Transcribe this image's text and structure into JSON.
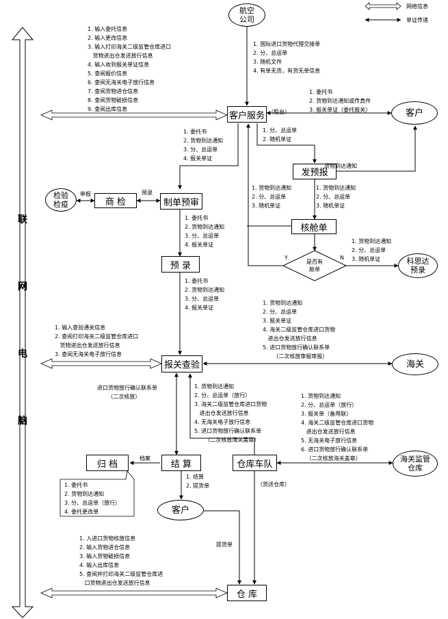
{
  "legend": {
    "network": "网络信息",
    "document": "单证传递"
  },
  "side_title": [
    "联",
    "网",
    "电",
    "脑"
  ],
  "nodes": {
    "airline": "航空\n公司",
    "customer_service": "客户服务",
    "customer_top": "客户",
    "pre_report": "发预报",
    "inspection": "检验\n检疫",
    "commodity_inspection": "商 检",
    "prepare_docs": "制单预审",
    "check_cabin": "核舱单",
    "decision": "是否有\n舱单",
    "kes": "科思达\n预录",
    "pre_record": "预 录",
    "declare": "报关查验",
    "customs": "海关",
    "archive": "归 档",
    "settle": "结 算",
    "fleet": "仓库车队",
    "supervised_wh": "海关监管\n仓库",
    "customer_bottom": "客户",
    "warehouse": "仓 库"
  },
  "notes": {
    "top_left": [
      "1. 输入委托信息",
      "2. 输入更改信息",
      "3. 输入打印海关二级监管仓库进口",
      "   货物进出仓发送放行信息",
      "4. 输入收到报关单证信息",
      "5. 查阅报价信息",
      "6. 查阅无海关电子放行信息",
      "7. 查阅货物进仓信息",
      "8. 查阅货物破损信息",
      "9. 查阅出库信息"
    ],
    "airline_docs": [
      "1. 国际进口货物代理交接单",
      "2. 分、总运单",
      "3. 随机文件",
      "4. 有单无货，有货无单信息"
    ],
    "customer_docs": [
      "1. 委托书",
      "2. 货物到达通知或传真件",
      "3. 报关单证（委托报关）"
    ],
    "cs_to_prepare": [
      "1. 委托书",
      "2. 货物到达通知",
      "3. 分、总运单",
      "4. 报关单证"
    ],
    "cs_to_prereport": [
      "1. 分、总运单",
      "2. 随机单证"
    ],
    "arrival_notice": "货物到达通知",
    "check_to_cs": [
      "1. 货物到达通知",
      "2. 分、总运单",
      "3. 随机单证"
    ],
    "prereport_to_check": [
      "1. 货物到达通知",
      "2. 分、总运单",
      "3. 随机单证"
    ],
    "decision_to_kes": [
      "1. 货物到达通知",
      "2. 分、总运单",
      "3. 随机单证"
    ],
    "prepare_to_prerecord": [
      "1. 委托书",
      "2. 货物到达通知",
      "3. 分、总运单",
      "4. 报关单证"
    ],
    "prerecord_to_declare": [
      "1. 委托书",
      "2. 货物到达通知",
      "3. 分、总运单",
      "4. 报关单证"
    ],
    "customs_docs": [
      "1. 货物到达通知",
      "2. 分、总运单",
      "3. 报关单证",
      "4. 海关二级监管仓库进口货物",
      "   进出仓发送放行信息",
      "5. 进口货物放行确认联系单",
      "      （二次核放审报审报）"
    ],
    "declare_left": [
      "1. 输入查验通关信息",
      "2. 查阅打印海关二级监管仓库进口",
      "   货物进出仓发送放行信息",
      "3. 查阅无海关电子放行信息"
    ],
    "release_left": [
      "进口货物放行确认联系单",
      "      （二次核放）"
    ],
    "declare_to_fleet": [
      "1. 货物到达通知",
      "2. 分、总运单（放行）",
      "3. 海关二级监管仓库进口货物",
      "   进出仓发送放行信息",
      "4. 无海关电子放行信息",
      "5. 进口货物放行确认联系单",
      "      （二次核放海关盖章）"
    ],
    "fleet_to_supervised": [
      "1. 货物到达通知",
      "2. 分、总运单（放行）",
      "3. 报关单（备用联）",
      "4. 海关二级监管仓库进口货物",
      "   进出仓发送放行信息",
      "5. 无海关电子放行信息",
      "6. 进口货物放行确认联系单",
      "   （二次核放海关盖章）"
    ],
    "archive_docs": [
      "1. 委托书",
      "2. 货物到达通知",
      "3. 分、总运单（放行）",
      "4. 委托更改单"
    ],
    "settle_docs": [
      "1. 结算",
      "2. 提货单"
    ],
    "warehouse_left": [
      "1. 入进口货物核放信息",
      "2. 输入货物进仓信息",
      "3. 输入货物破损信息",
      "4. 输入出库信息",
      "5. 查阅并打印海关二级监管仓库进",
      "   口货物进出仓发送放行信息"
    ]
  },
  "labels": {
    "counter": "（柜台）",
    "declare_apply": "申报",
    "entrust": "预录",
    "yes": "Y",
    "no": "N",
    "archive_tag": "档案",
    "to_warehouse": "（货送仓库）",
    "pickup": "提货单"
  }
}
